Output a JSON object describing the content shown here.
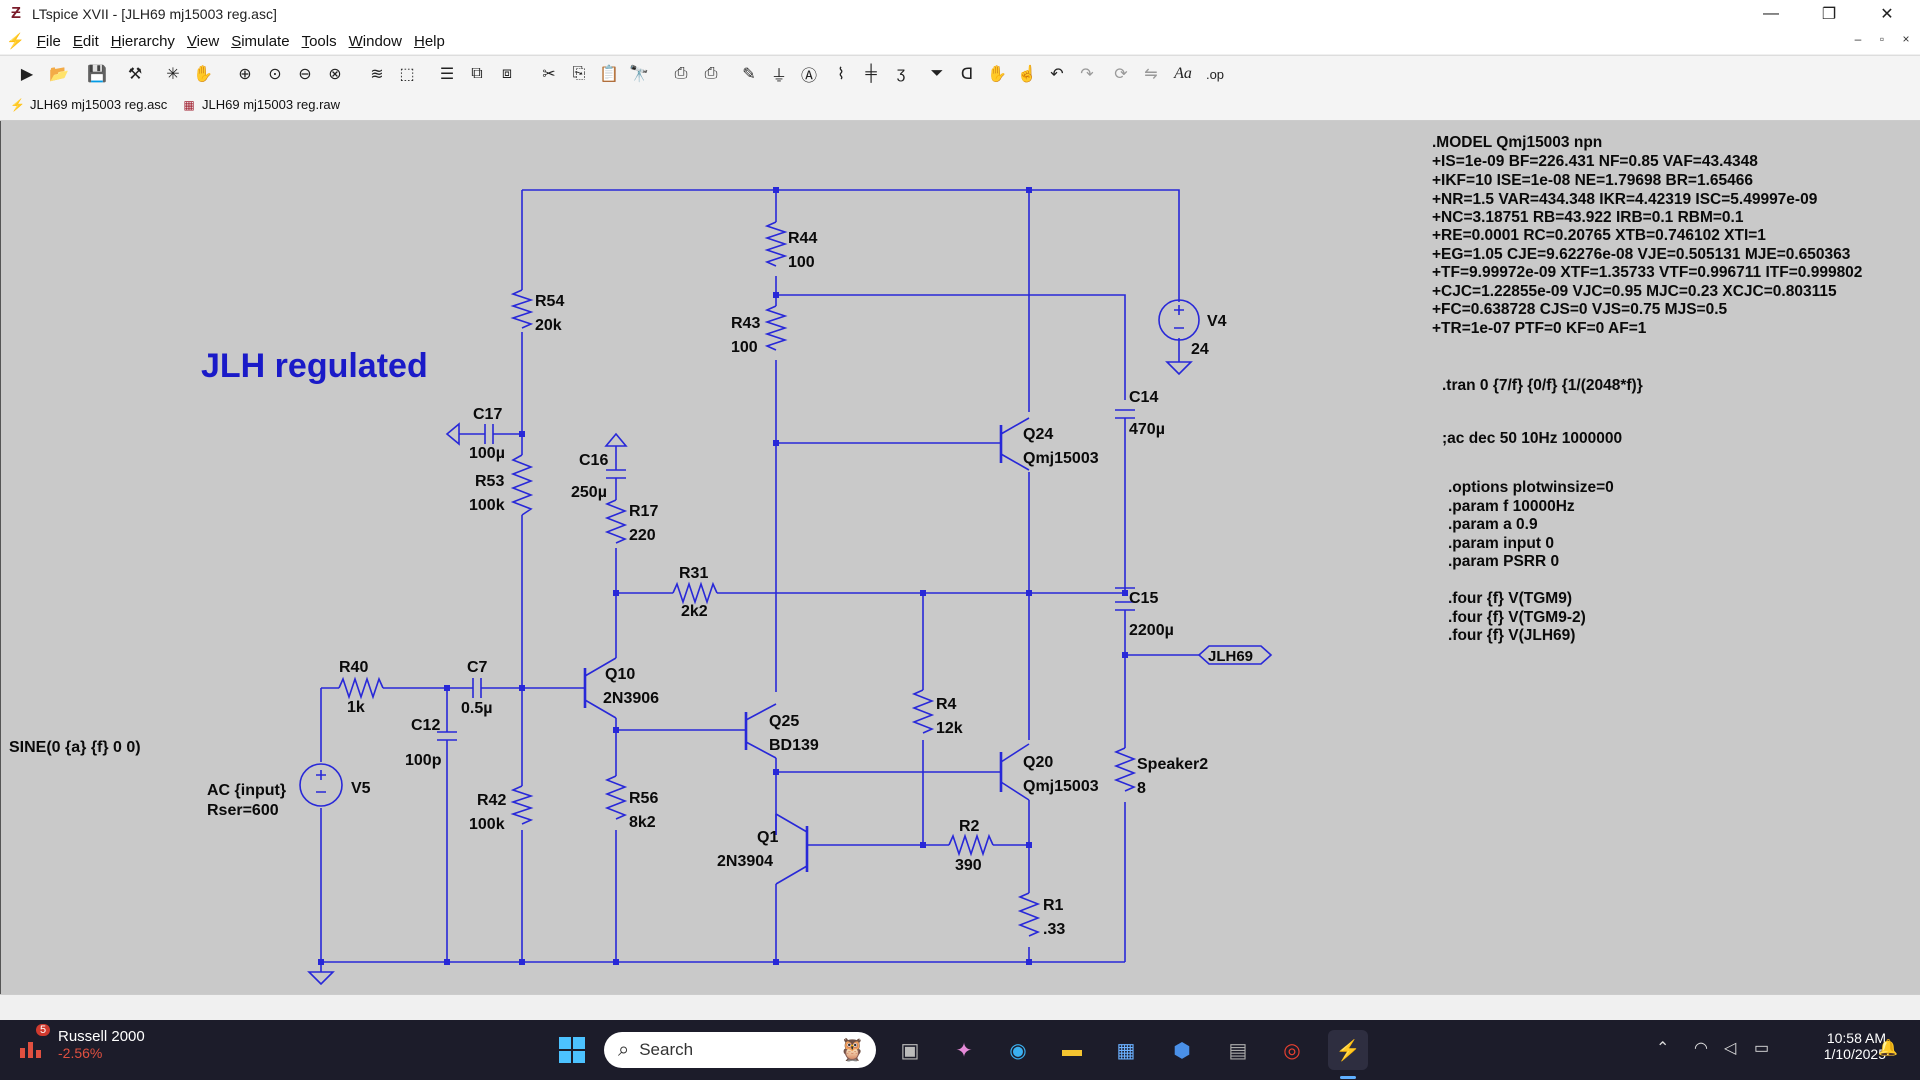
{
  "window": {
    "title": "LTspice XVII - [JLH69 mj15003 reg.asc]",
    "app_glyph": "Ƶ"
  },
  "menu": {
    "items": [
      {
        "u": "F",
        "rest": "ile"
      },
      {
        "u": "E",
        "rest": "dit"
      },
      {
        "u": "H",
        "rest": "ierarchy"
      },
      {
        "u": "V",
        "rest": "iew"
      },
      {
        "u": "S",
        "rest": "imulate"
      },
      {
        "u": "T",
        "rest": "ools"
      },
      {
        "u": "W",
        "rest": "indow"
      },
      {
        "u": "H",
        "rest": "elp"
      }
    ]
  },
  "tabs": [
    {
      "label": "JLH69 mj15003 reg.asc"
    },
    {
      "label": "JLH69 mj15003 reg.raw"
    }
  ],
  "toolbar": {
    "aa_label": "Aa",
    "op_label": ".op"
  },
  "schematic": {
    "title": "JLH regulated",
    "components": {
      "R44": {
        "name": "R44",
        "value": "100"
      },
      "R43": {
        "name": "R43",
        "value": "100"
      },
      "R54": {
        "name": "R54",
        "value": "20k"
      },
      "C17": {
        "name": "C17",
        "value": "100µ"
      },
      "R53": {
        "name": "R53",
        "value": "100k"
      },
      "C16": {
        "name": "C16",
        "value": "250µ"
      },
      "R17": {
        "name": "R17",
        "value": "220"
      },
      "R31": {
        "name": "R31",
        "value": "2k2"
      },
      "Q24": {
        "name": "Q24",
        "value": "Qmj15003"
      },
      "C14": {
        "name": "C14",
        "value": "470µ"
      },
      "V4": {
        "name": "V4",
        "value": "24"
      },
      "C15": {
        "name": "C15",
        "value": "2200µ"
      },
      "R40": {
        "name": "R40",
        "value": "1k"
      },
      "C7": {
        "name": "C7",
        "value": "0.5µ"
      },
      "Q10": {
        "name": "Q10",
        "value": "2N3906"
      },
      "C12": {
        "name": "C12",
        "value": "100p"
      },
      "Q25": {
        "name": "Q25",
        "value": "BD139"
      },
      "R4": {
        "name": "R4",
        "value": "12k"
      },
      "Q20": {
        "name": "Q20",
        "value": "Qmj15003"
      },
      "Speaker2": {
        "name": "Speaker2",
        "value": "8"
      },
      "V5": {
        "name": "V5",
        "value": "AC {input}",
        "extra": "Rser=600"
      },
      "R42": {
        "name": "R42",
        "value": "100k"
      },
      "R56": {
        "name": "R56",
        "value": "8k2"
      },
      "Q1": {
        "name": "Q1",
        "value": "2N3904"
      },
      "R2": {
        "name": "R2",
        "value": "390"
      },
      "R1": {
        "name": "R1",
        "value": ".33"
      }
    },
    "source_label": "SINE(0 {a} {f} 0 0)",
    "net_label": "JLH69",
    "model_lines": [
      ".MODEL Qmj15003 npn",
      "+IS=1e-09 BF=226.431 NF=0.85 VAF=43.4348",
      "+IKF=10 ISE=1e-08 NE=1.79698 BR=1.65466",
      "+NR=1.5 VAR=434.348 IKR=4.42319 ISC=5.49997e-09",
      "+NC=3.18751 RB=43.922 IRB=0.1 RBM=0.1",
      "+RE=0.0001 RC=0.20765 XTB=0.746102 XTI=1",
      "+EG=1.05 CJE=9.62276e-08 VJE=0.505131 MJE=0.650363",
      "+TF=9.99972e-09 XTF=1.35733 VTF=0.996711 ITF=0.999802",
      "+CJC=1.22855e-09 VJC=0.95 MJC=0.23 XCJC=0.803115",
      "+FC=0.638728 CJS=0 VJS=0.75 MJS=0.5",
      "+TR=1e-07 PTF=0 KF=0 AF=1"
    ],
    "tran_directive": ".tran 0 {7/f} {0/f} {1/(2048*f)}",
    "ac_directive": ";ac dec 50 10Hz 1000000",
    "options_lines": [
      ".options plotwinsize=0",
      ".param f 10000Hz",
      ".param a 0.9",
      ".param input 0",
      ".param PSRR 0"
    ],
    "four_lines": [
      ".four {f} V(TGM9)",
      ".four {f} V(TGM9-2)",
      ".four {f} V(JLH69)"
    ]
  },
  "taskbar": {
    "stock_name": "Russell 2000",
    "stock_change": "-2.56%",
    "stock_badge": "5",
    "search_label": "Search",
    "time": "10:58 AM",
    "date": "1/10/2025"
  },
  "colors": {
    "wire": "#2828d8",
    "label": "#0a0a0a",
    "title_blue": "#1a1ac8",
    "canvas_bg": "#c9c9c9",
    "stock_red": "#e05040"
  }
}
